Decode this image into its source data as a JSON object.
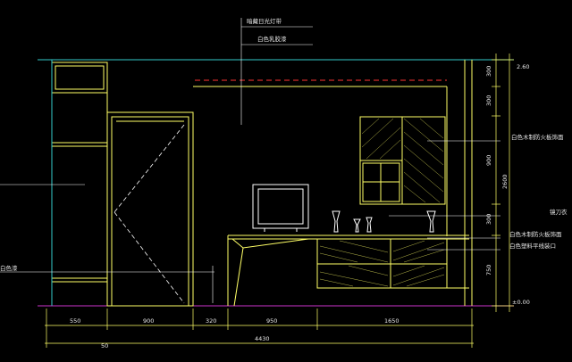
{
  "annotations": {
    "ceiling_light": "暗藏日光灯带",
    "ceiling_paint": "白色乳胶漆",
    "upper_cabinet": "白色木制防火板饰面",
    "mirror": "镜刀衣",
    "lower_cabinet": "白色木制防火板饰面",
    "lower_cabinet_edge": "白色塑料平线装口",
    "left_wall": "白色漆",
    "top_right_level": "2.60",
    "floor_level": "±0.00"
  },
  "dims_right": [
    "300",
    "300",
    "900",
    "300",
    "750"
  ],
  "dims_right_total": "2600",
  "dims_bottom": [
    "550",
    "900",
    "320",
    "950",
    "1650"
  ],
  "dims_bottom_total": "4430",
  "dims_bottom_extra": "50",
  "colors": {
    "background": "#000000",
    "wall_outline": "#ffff66",
    "ceiling_line": "#33cccc",
    "floor_line": "#cc33cc",
    "dim_line": "#ffff66",
    "hidden_line": "#ff3333",
    "leader": "#ffffff"
  }
}
